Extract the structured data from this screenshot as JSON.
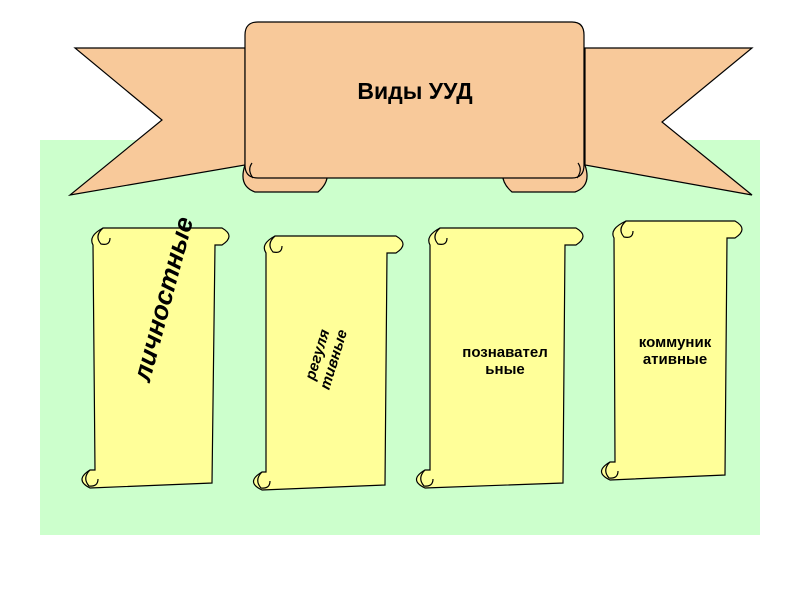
{
  "colors": {
    "panel": "#ccffcc",
    "banner_fill": "#f8c99a",
    "scroll_fill": "#ffff99",
    "outline": "#000000"
  },
  "banner": {
    "title": "Виды УУД"
  },
  "scrolls": [
    {
      "line1": "личностные",
      "line2": ""
    },
    {
      "line1": "регуля",
      "line2": "тивные"
    },
    {
      "line1": "познавател",
      "line2": "ьные"
    },
    {
      "line1": "коммуник",
      "line2": "ативные"
    }
  ]
}
